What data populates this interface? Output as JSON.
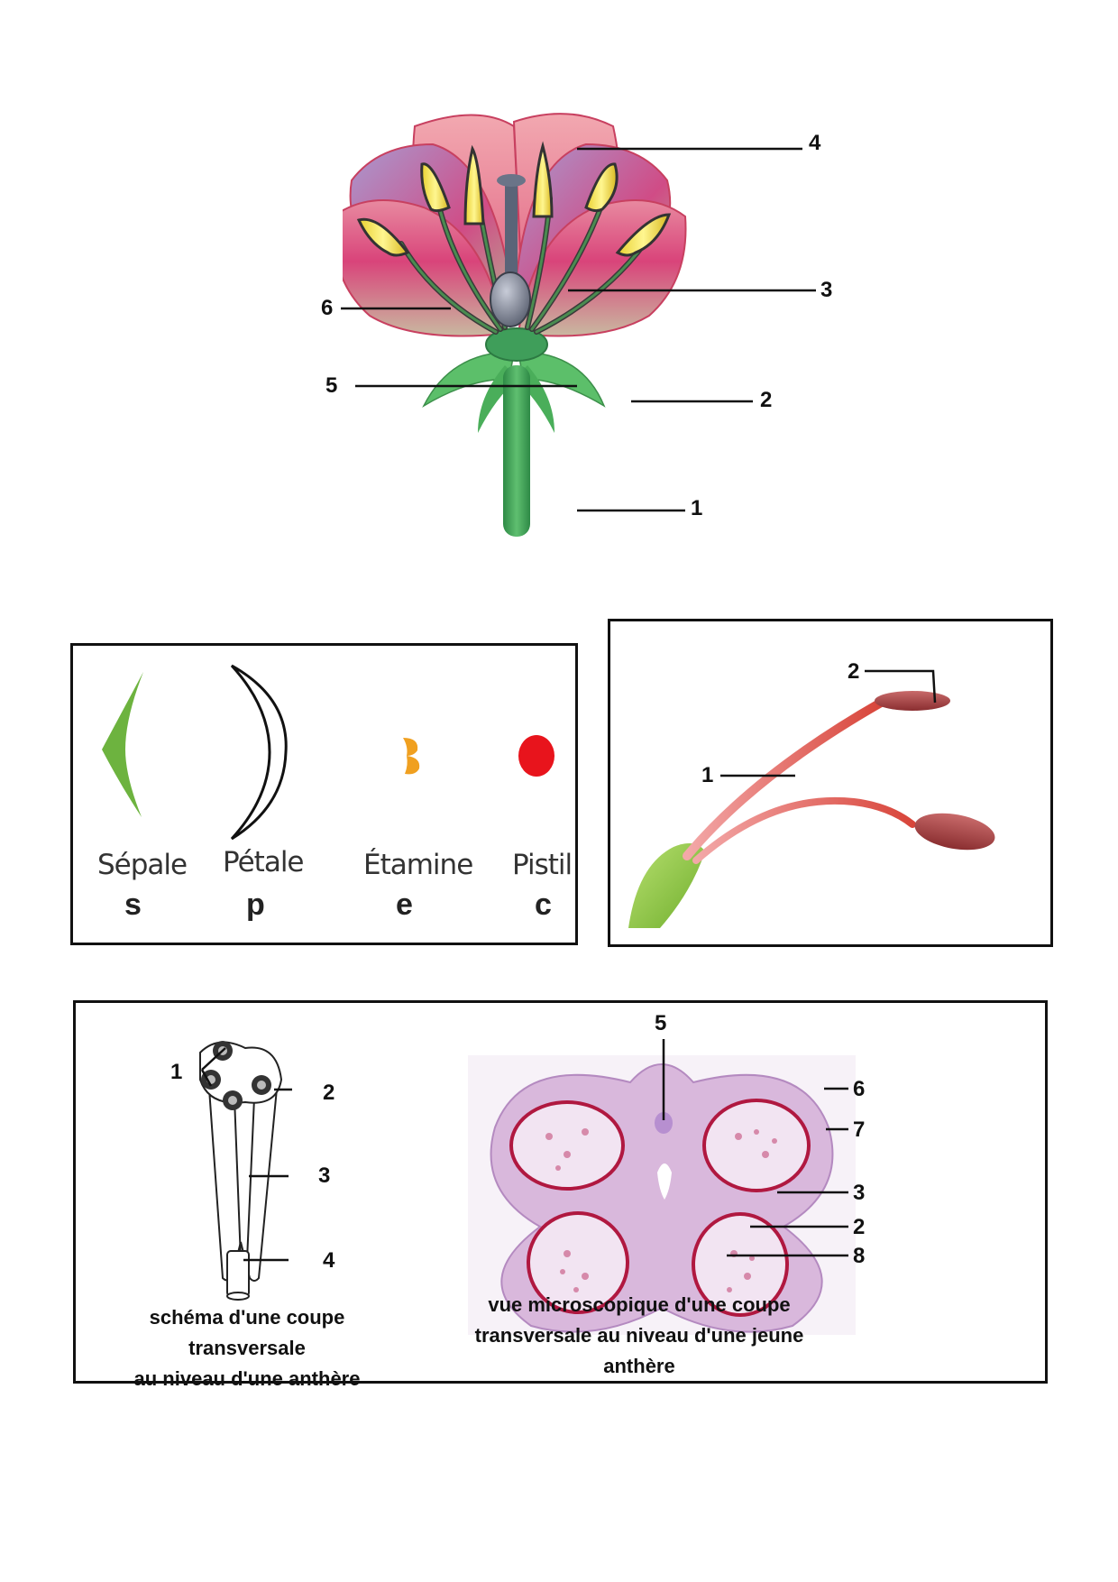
{
  "flower": {
    "labels": [
      "1",
      "2",
      "3",
      "4",
      "5",
      "6"
    ]
  },
  "legend": {
    "items": [
      {
        "name": "Sépale",
        "code": "s",
        "color": "#6db33f"
      },
      {
        "name": "Pétale",
        "code": "p",
        "color": "#111111"
      },
      {
        "name": "Étamine",
        "code": "e",
        "color": "#f0a020"
      },
      {
        "name": "Pistil",
        "code": "c",
        "color": "#e8141c"
      }
    ]
  },
  "stamen_photo": {
    "labels": [
      "1",
      "2"
    ]
  },
  "anther_schema": {
    "labels": [
      "1",
      "2",
      "3",
      "4"
    ],
    "caption_line1": "schéma d'une coupe transversale",
    "caption_line2": "au niveau d'une anthère"
  },
  "anther_micro": {
    "labels": [
      "5",
      "6",
      "7",
      "3",
      "2",
      "8"
    ],
    "caption_line1": "vue microscopique d'une coupe",
    "caption_line2": "transversale au niveau d'une jeune anthère"
  }
}
